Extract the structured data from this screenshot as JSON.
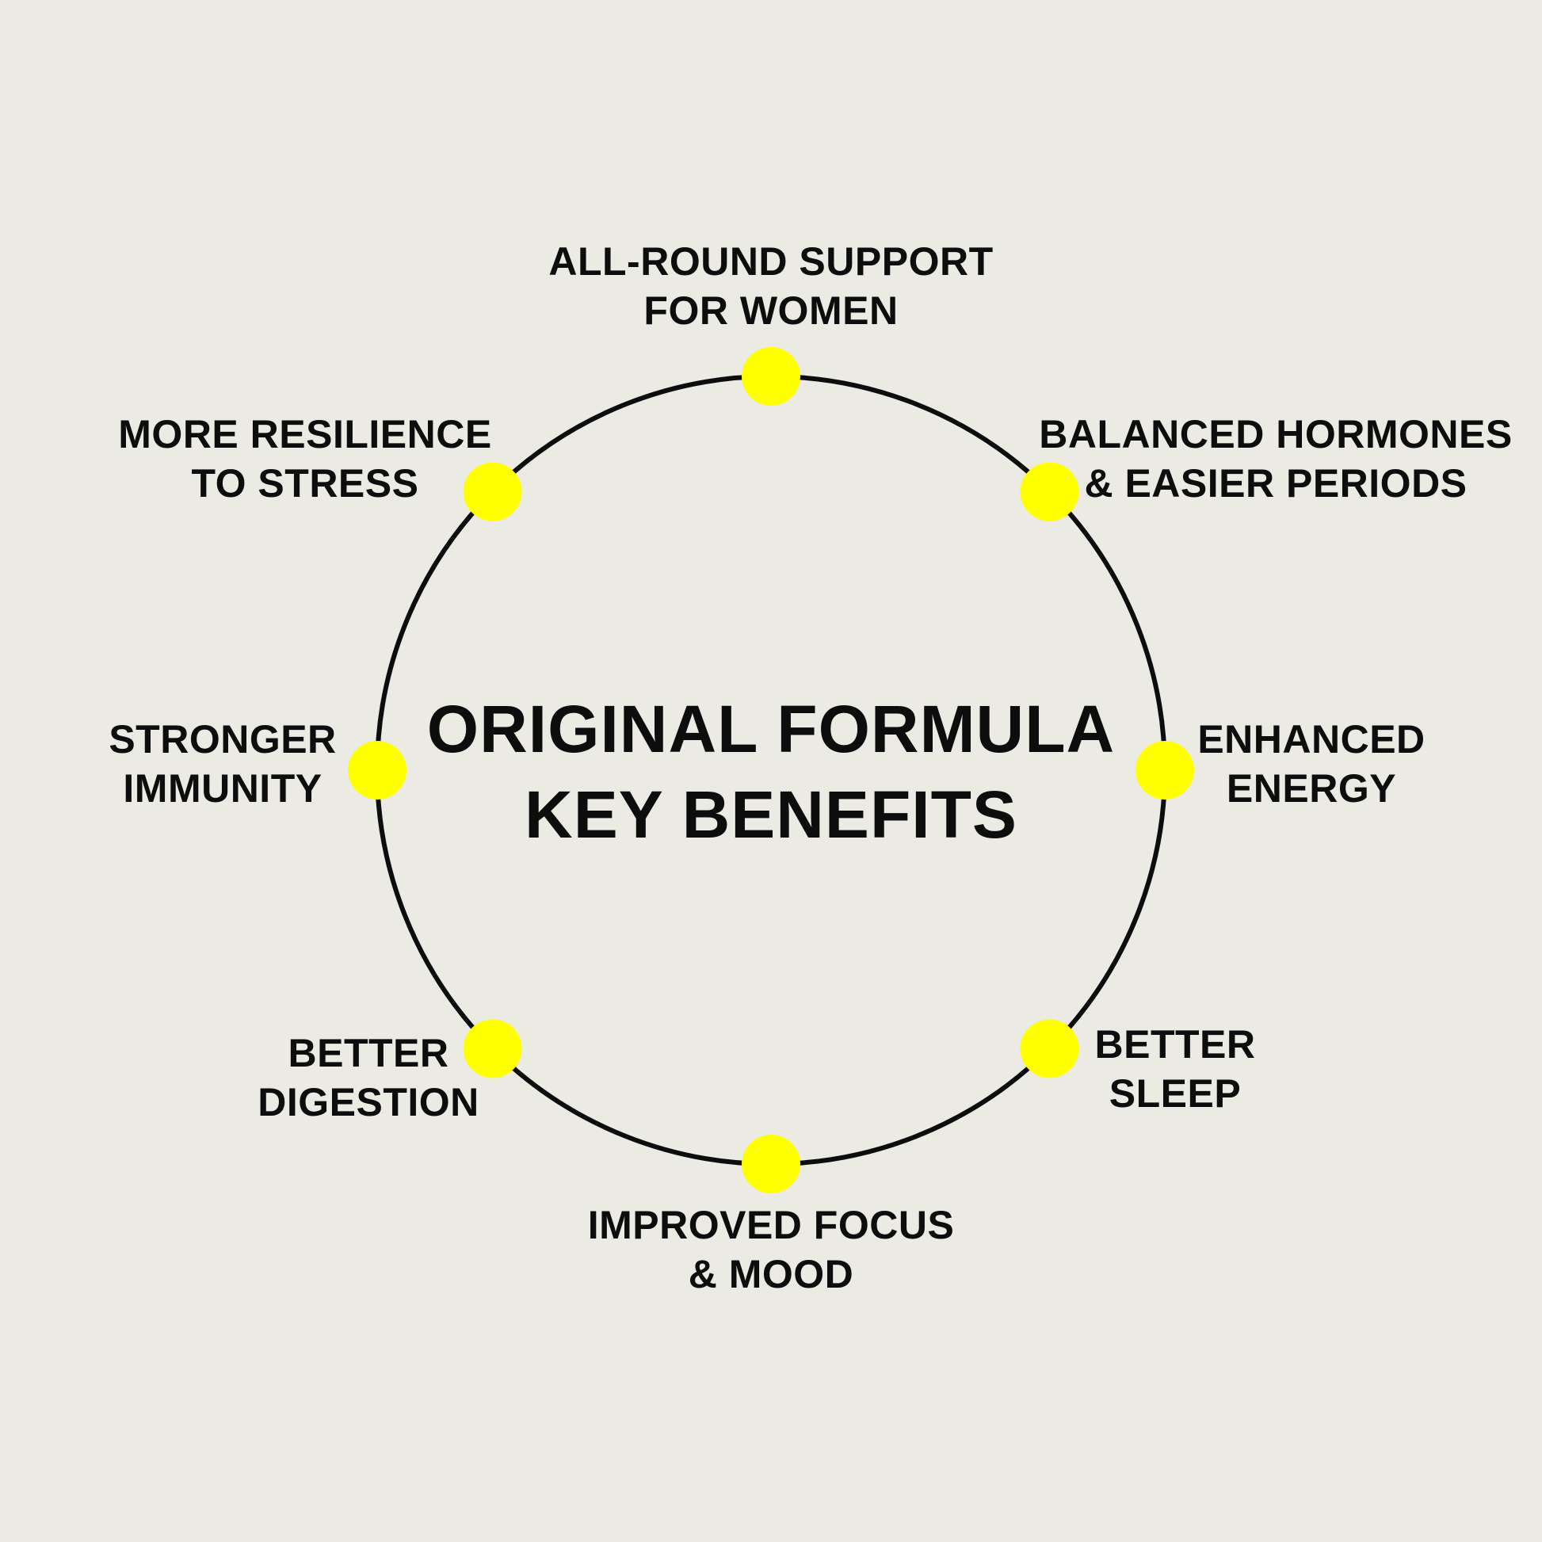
{
  "diagram": {
    "title": {
      "line1": "ORIGINAL FORMULA",
      "line2": "KEY BENEFITS"
    },
    "colors": {
      "background": "#ebebe4",
      "ring": "#0d0d0d",
      "node": "#ffff00",
      "text": "#0d0d0d"
    },
    "nodes": [
      {
        "id": "top",
        "lines": [
          "ALL-ROUND SUPPORT",
          "FOR WOMEN"
        ]
      },
      {
        "id": "top-right",
        "lines": [
          "BALANCED HORMONES",
          "& EASIER PERIODS"
        ]
      },
      {
        "id": "right",
        "lines": [
          "ENHANCED",
          "ENERGY"
        ]
      },
      {
        "id": "bottom-right",
        "lines": [
          "BETTER",
          "SLEEP"
        ]
      },
      {
        "id": "bottom",
        "lines": [
          "IMPROVED FOCUS",
          "& MOOD"
        ]
      },
      {
        "id": "bottom-left",
        "lines": [
          "BETTER",
          "DIGESTION"
        ]
      },
      {
        "id": "left",
        "lines": [
          "STRONGER",
          "IMMUNITY"
        ]
      },
      {
        "id": "top-left",
        "lines": [
          "MORE RESILIENCE",
          "TO STRESS"
        ]
      }
    ]
  }
}
